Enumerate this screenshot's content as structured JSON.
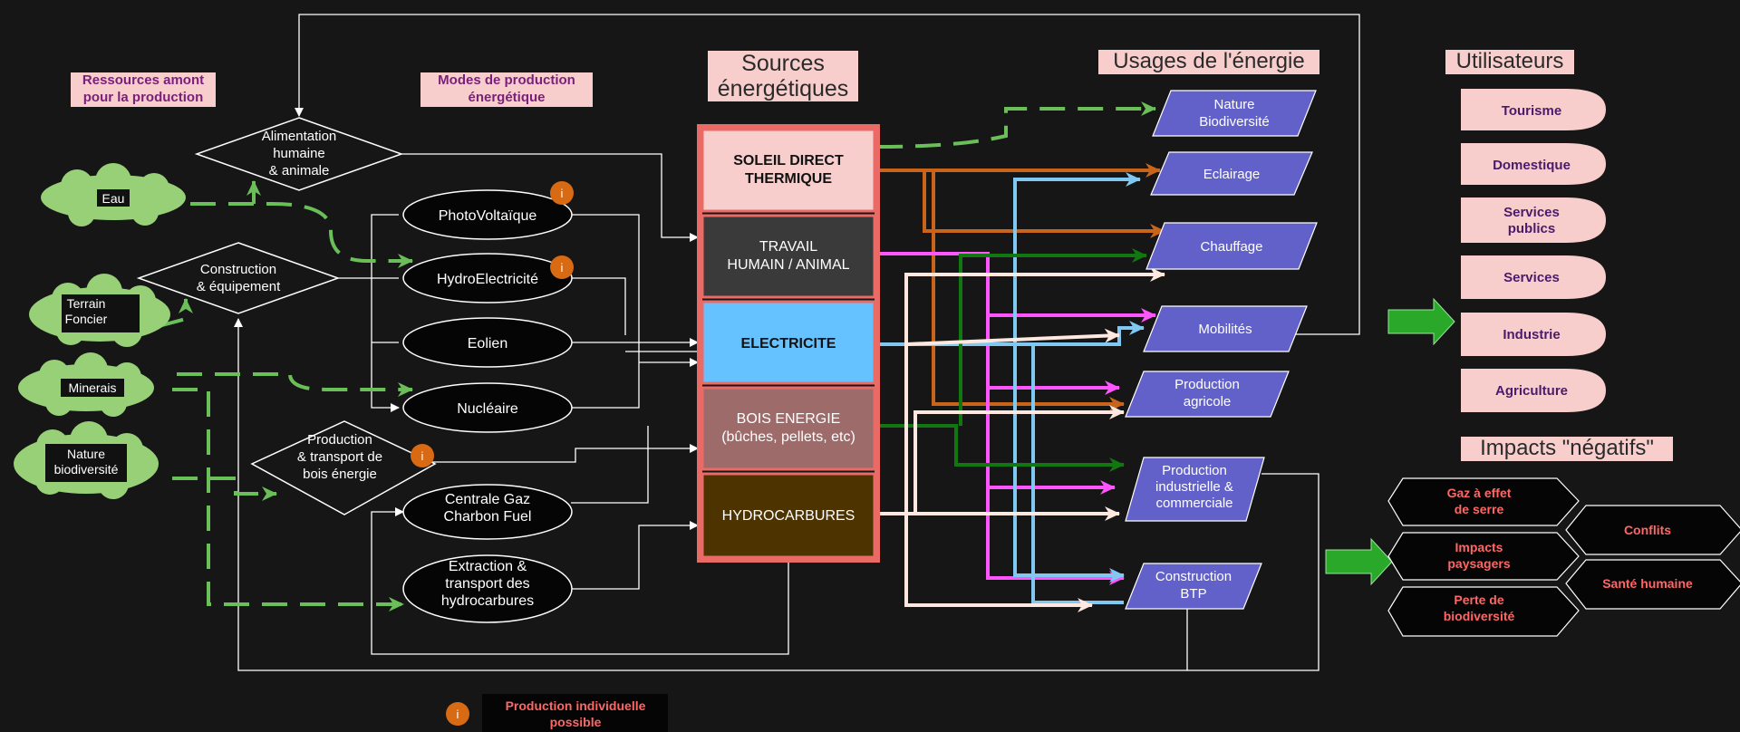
{
  "headers": {
    "resources": "Ressources amont pour la production",
    "modes": "Modes de production énergétique",
    "sources": "Sources énergétiques",
    "usages": "Usages de l'énergie",
    "users": "Utilisateurs",
    "impacts": "Impacts \"négatifs\""
  },
  "resources": [
    "Eau",
    "Terrain Foncier",
    "Minerais",
    "Nature biodiversité"
  ],
  "diamonds": [
    "Alimentation humaine & animale",
    "Construction & équipement",
    "Production & transport de bois énergie"
  ],
  "modes": [
    "PhotoVoltaïque",
    "HydroElectricité",
    "Eolien",
    "Nucléaire",
    "Centrale Gaz Charbon Fuel",
    "Extraction & transport des hydrocarbures"
  ],
  "sources": [
    "SOLEIL DIRECT THERMIQUE",
    "TRAVAIL HUMAIN / ANIMAL",
    "ELECTRICITE",
    "BOIS ENERGIE (bûches, pellets, etc)",
    "HYDROCARBURES"
  ],
  "usages": [
    "Nature Biodiversité",
    "Eclairage",
    "Chauffage",
    "Mobilités",
    "Production agricole",
    "Production industrielle & commerciale",
    "Construction BTP"
  ],
  "users": [
    "Tourisme",
    "Domestique",
    "Services publics",
    "Services",
    "Industrie",
    "Agriculture"
  ],
  "impacts": [
    "Gaz à effet de serre",
    "Impacts paysagers",
    "Perte de biodiversité",
    "Conflits",
    "Santé humaine"
  ],
  "legend": {
    "badge": "i",
    "text": "Production individuelle possible"
  },
  "colors": {
    "background": "#161616",
    "green_resource": "#97d077",
    "green_dash": "#6bbf59",
    "usage_fill": "#6161c9",
    "header_pink": "#f8cecc",
    "source_border": "#ea6b66",
    "solar_fill": "#f8cecc",
    "work_fill": "#3a3a3a",
    "elec_fill": "#66c2ff",
    "wood_fill": "#9e6b6b",
    "hydro_fill": "#4d3300",
    "orange": "#c8651b",
    "magenta": "#ff55ff",
    "lightblue": "#7ec8f2",
    "darkgreen": "#117711",
    "lightpink": "#ffe8e0",
    "big_arrow": "#2aa82a",
    "impact_text": "#ff6666",
    "badge": "#d96a14"
  }
}
